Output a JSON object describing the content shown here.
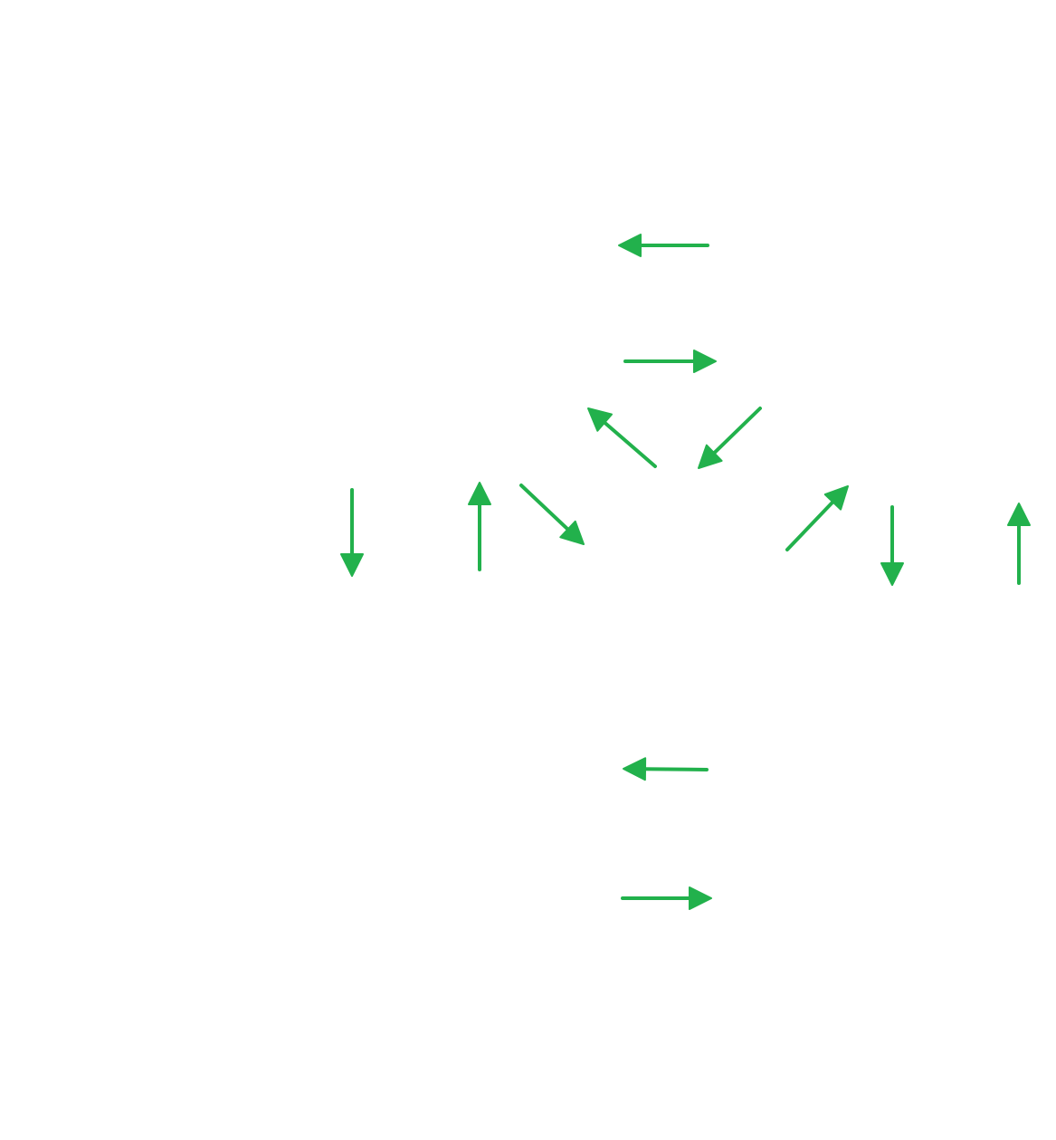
{
  "diagram": {
    "arrow_color": "#22b14c",
    "arrows": [
      {
        "id": "arrow-top-left",
        "direction": "left"
      },
      {
        "id": "arrow-top-right",
        "direction": "right"
      },
      {
        "id": "arrow-upper-left-diagonal",
        "direction": "up-left"
      },
      {
        "id": "arrow-upper-right-diagonal",
        "direction": "down-left"
      },
      {
        "id": "arrow-far-left-down",
        "direction": "down"
      },
      {
        "id": "arrow-left-up",
        "direction": "up"
      },
      {
        "id": "arrow-center-left-diagonal",
        "direction": "down-right"
      },
      {
        "id": "arrow-center-right-diagonal",
        "direction": "up-right"
      },
      {
        "id": "arrow-right-down",
        "direction": "down"
      },
      {
        "id": "arrow-far-right-up",
        "direction": "up"
      },
      {
        "id": "arrow-bottom-left",
        "direction": "left"
      },
      {
        "id": "arrow-bottom-right",
        "direction": "right"
      }
    ]
  }
}
